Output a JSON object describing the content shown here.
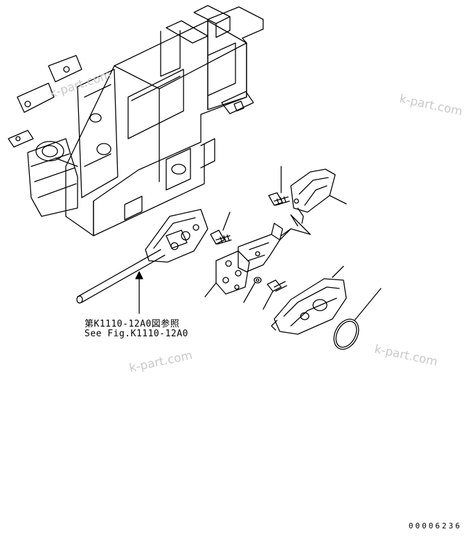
{
  "reference": {
    "jp": "第K1110-12A0図参照",
    "en": "See Fig.K1110-12A0"
  },
  "diagram_id": "00006236",
  "watermarks": [
    "k-part.com",
    "k-part.com",
    "k-part.com",
    "k-part.com"
  ]
}
